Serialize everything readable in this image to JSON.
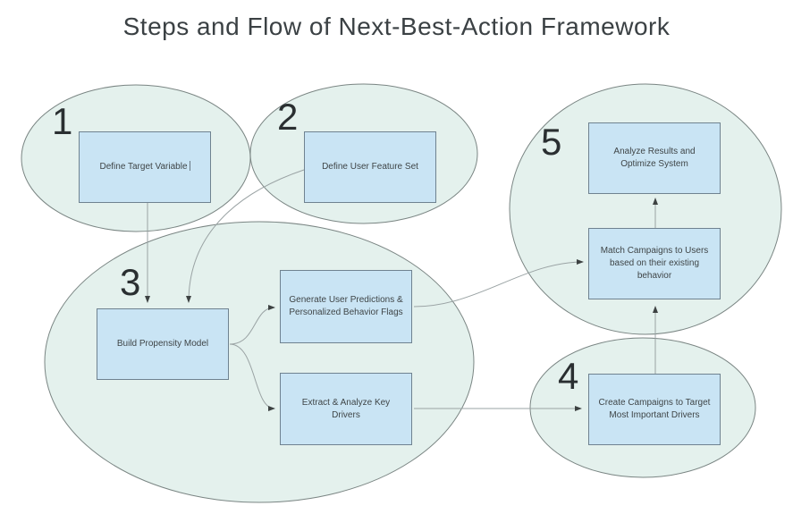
{
  "title": "Steps and Flow of Next-Best-Action Framework",
  "step_numbers": [
    "1",
    "2",
    "3",
    "4",
    "5"
  ],
  "nodes": {
    "define_target": {
      "label": "Define Target Variable",
      "step": "1"
    },
    "define_features": {
      "label": "Define User Feature Set",
      "step": "2"
    },
    "build_model": {
      "label": "Build Propensity Model",
      "step": "3"
    },
    "generate_predictions": {
      "label": "Generate User Predictions & Personalized Behavior Flags",
      "step": "3"
    },
    "extract_drivers": {
      "label": "Extract & Analyze Key Drivers",
      "step": "3"
    },
    "create_campaigns": {
      "label": "Create Campaigns to Target Most Important Drivers",
      "step": "4"
    },
    "match_campaigns": {
      "label": "Match Campaigns to Users based on their existing behavior",
      "step": "5"
    },
    "analyze_results": {
      "label": "Analyze Results and Optimize System",
      "step": "5"
    }
  },
  "edges": [
    {
      "from": "define_target",
      "to": "build_model"
    },
    {
      "from": "define_features",
      "to": "build_model"
    },
    {
      "from": "build_model",
      "to": "generate_predictions"
    },
    {
      "from": "build_model",
      "to": "extract_drivers"
    },
    {
      "from": "generate_predictions",
      "to": "match_campaigns"
    },
    {
      "from": "extract_drivers",
      "to": "create_campaigns"
    },
    {
      "from": "create_campaigns",
      "to": "match_campaigns"
    },
    {
      "from": "match_campaigns",
      "to": "analyze_results"
    }
  ],
  "colors": {
    "ellipse_fill": "#e4f1ed",
    "ellipse_stroke": "#7a8583",
    "node_fill": "#c9e4f4",
    "node_stroke": "#6f8290",
    "connector": "#9aa3a4",
    "arrowhead": "#3d4242",
    "text": "#3f4547",
    "title": "#3b4144",
    "number": "#2a2f31"
  }
}
